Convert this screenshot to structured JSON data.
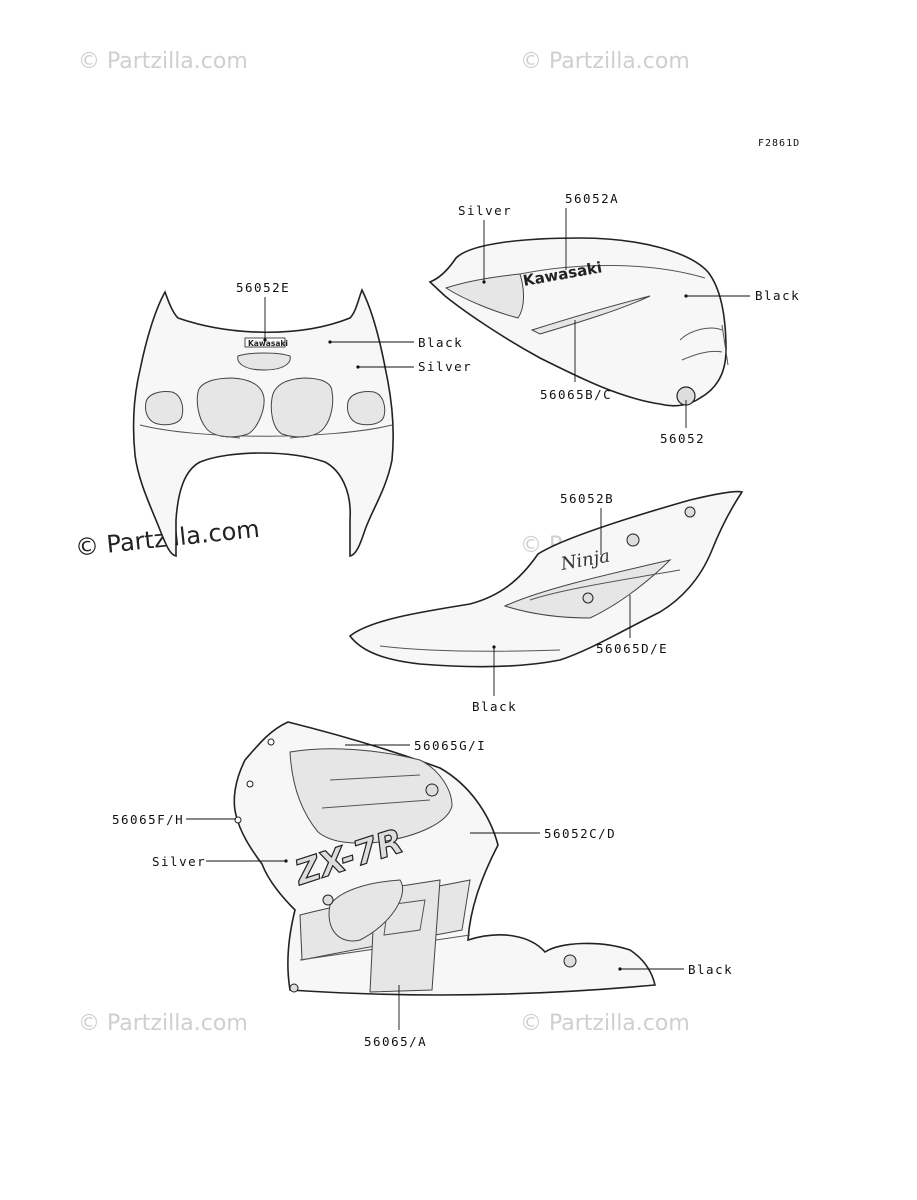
{
  "diagram_code": "F2861D",
  "watermark": "© Partzilla.com",
  "brand_marks": {
    "kawasaki": "Kawasaki",
    "ninja": "Ninja",
    "zx": "ZX-7R"
  },
  "labels": {
    "p56052E": "56052E",
    "black_cowl": "Black",
    "silver_cowl": "Silver",
    "silver_tank": "Silver",
    "p56052A": "56052A",
    "black_tank": "Black",
    "p56065BC": "56065B/C",
    "p56052": "56052",
    "p56052B": "56052B",
    "p56065DE": "56065D/E",
    "black_tail": "Black",
    "p56065GI": "56065G/I",
    "p56065FH": "56065F/H",
    "p56052CD": "56052C/D",
    "silver_side": "Silver",
    "black_side": "Black",
    "p56065A": "56065/A"
  }
}
